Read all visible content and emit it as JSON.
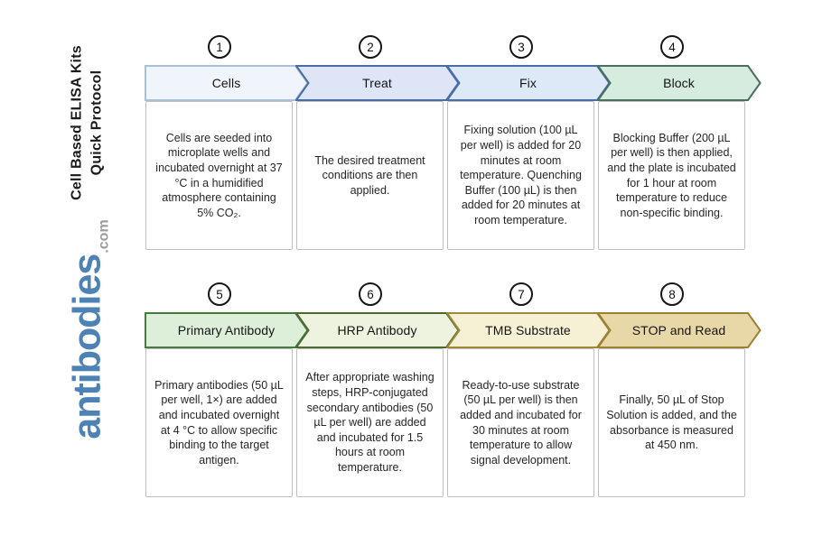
{
  "title": {
    "line1": "Cell Based ELISA Kits",
    "line2": "Quick Protocol"
  },
  "logo": {
    "name": "antibodies",
    "suffix": ".com",
    "name_color": "#4d82b5",
    "suffix_color": "#9b9b9b"
  },
  "steps": [
    {
      "number": "1",
      "label": "Cells",
      "fill": "#eff5fa",
      "border": "#a9c1d8",
      "description": "Cells are seeded into microplate wells and incubated overnight at 37 °C in a humidified atmosphere containing 5% CO₂."
    },
    {
      "number": "2",
      "label": "Treat",
      "fill": "#dee5f7",
      "border": "#4a6da3",
      "description": "The desired treatment conditions are then applied."
    },
    {
      "number": "3",
      "label": "Fix",
      "fill": "#dde9f6",
      "border": "#4a6da3",
      "description": "Fixing solution (100 µL per well) is added for 20 minutes at room temperature. Quenching Buffer (100 µL) is then added for 20 minutes at room temperature."
    },
    {
      "number": "4",
      "label": "Block",
      "fill": "#d5ecdf",
      "border": "#4a6f60",
      "description": "Blocking Buffer (200 µL per well) is then applied, and the plate is incubated for 1 hour at room temperature to reduce non-specific binding."
    },
    {
      "number": "5",
      "label": "Primary Antibody",
      "fill": "#ddefd8",
      "border": "#467a3e",
      "description": "Primary antibodies (50 µL per well, 1×) are added and incubated overnight at 4 °C to allow specific binding to the target antigen."
    },
    {
      "number": "6",
      "label": "HRP Antibody",
      "fill": "#edf3de",
      "border": "#4c6a33",
      "description": "After appropriate washing steps, HRP-conjugated secondary antibodies (50 µL per well) are added and incubated for 1.5 hours at room temperature."
    },
    {
      "number": "7",
      "label": "TMB Substrate",
      "fill": "#f6f0d4",
      "border": "#a3873c",
      "description": "Ready-to-use substrate (50 µL per well) is then added and incubated for 30 minutes at room temperature to allow signal development."
    },
    {
      "number": "8",
      "label": "STOP and Read",
      "fill": "#e9d8a7",
      "border": "#9c8135",
      "description": "Finally, 50 µL of Stop Solution is added, and the absorbance is measured at 450 nm."
    }
  ]
}
